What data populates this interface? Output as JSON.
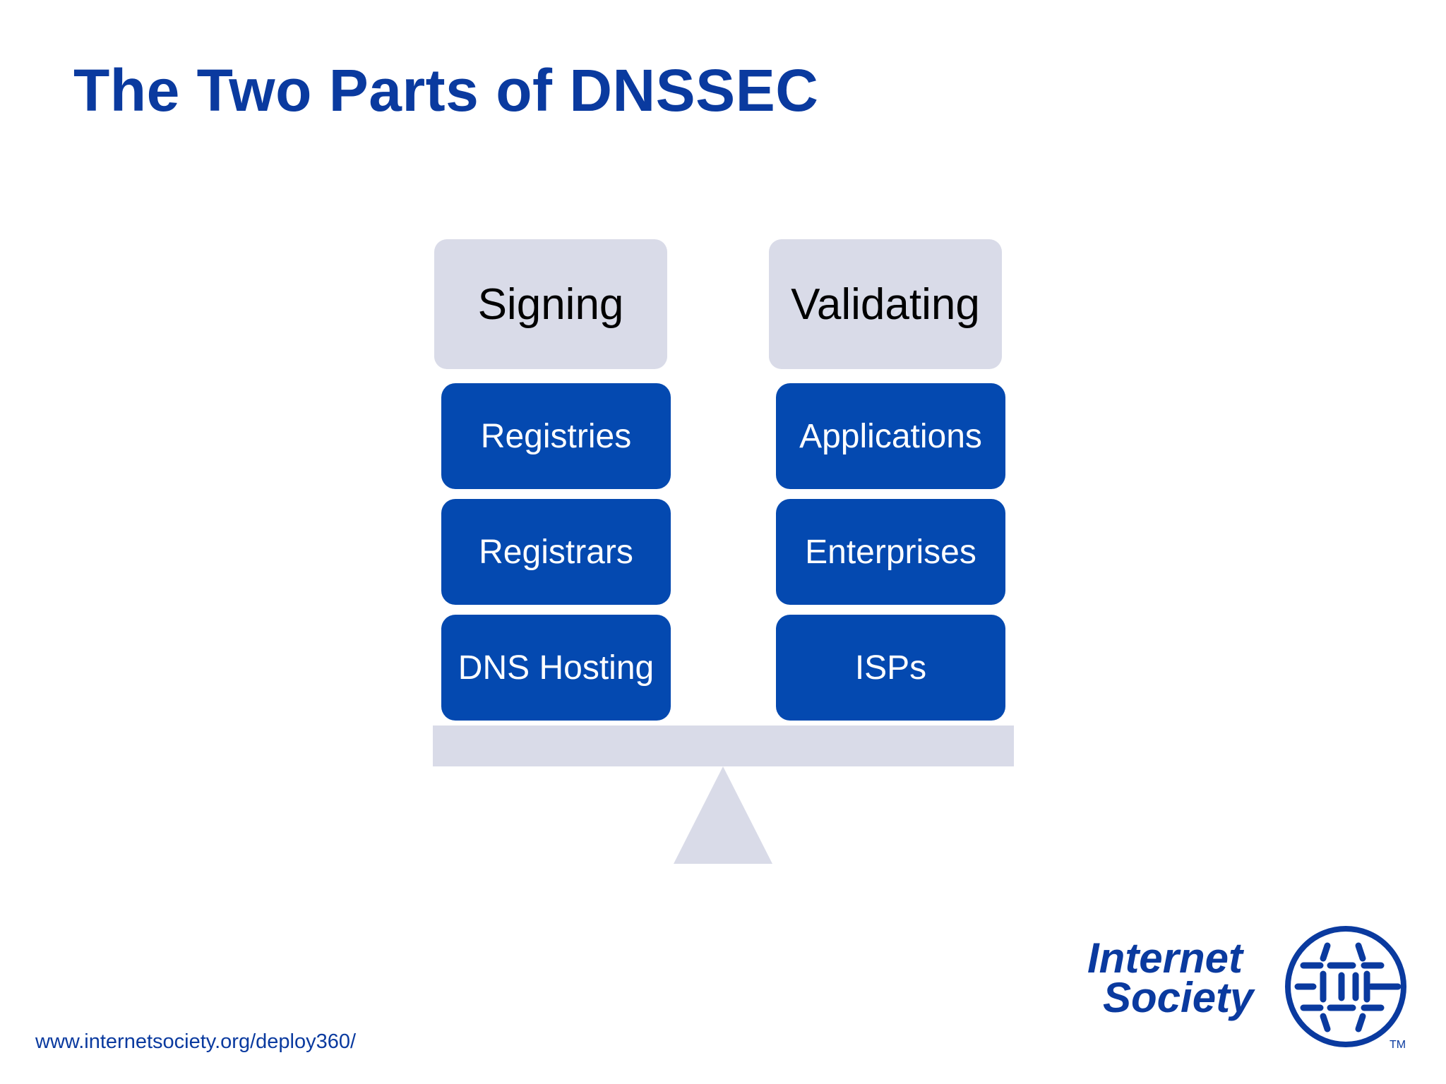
{
  "slide": {
    "title": "The Two Parts of DNSSEC",
    "footer_url": "www.internetsociety.org/deploy360/"
  },
  "diagram": {
    "left": {
      "header": "Signing",
      "items": [
        "Registries",
        "Registrars",
        "DNS Hosting"
      ]
    },
    "right": {
      "header": "Validating",
      "items": [
        "Applications",
        "Enterprises",
        "ISPs"
      ]
    }
  },
  "logo": {
    "line1": "Internet",
    "line2": "Society",
    "trademark": "TM"
  },
  "colors": {
    "title_blue": "#0a3a9f",
    "box_blue": "#0449b0",
    "header_gray": "#d9dbe8"
  }
}
